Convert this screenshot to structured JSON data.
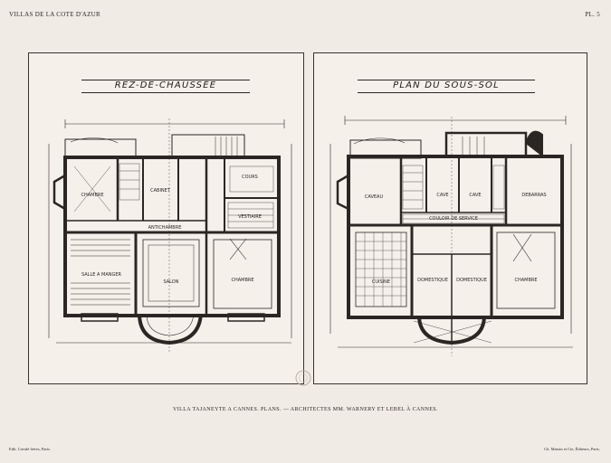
{
  "header": {
    "series_title": "VILLAS DE LA COTE D'AZUR",
    "plate_number": "PL. 5"
  },
  "plan_left": {
    "title": "REZ-DE-CHAUSSÉE",
    "rooms": {
      "chambre_top": "CHAMBRE",
      "cabinet": "CABINET",
      "antichambre": "ANTICHAMBRE",
      "cour": "COURS",
      "vestiaire": "VESTIAIRE",
      "salle_manger": "SALLE A MANGER",
      "salon": "SALON",
      "chambre_right": "CHAMBRE"
    }
  },
  "plan_right": {
    "title": "PLAN DU SOUS-SOL",
    "rooms": {
      "caveau": "CAVEAU",
      "cave1": "CAVE",
      "cave2": "CAVE",
      "debarras": "DEBARRAS",
      "couloir": "COULOIR DE SERVICE",
      "cuisine": "CUISINE",
      "domestique1": "DOMESTIQUE",
      "domestique2": "DOMESTIQUE",
      "chambre": "CHAMBRE"
    }
  },
  "caption": "VILLA TAJANEYTE A CANNES. PLANS. — ARCHITECTES MM. WARNERY ET LEBEL À CANNES.",
  "footer": {
    "left": "Edit. Cavalé frères, Paris.",
    "right": "Ch. Massin et Cie, Éditeurs, Paris."
  },
  "colors": {
    "ink": "#2a2623",
    "paper": "#f1ebe5"
  }
}
